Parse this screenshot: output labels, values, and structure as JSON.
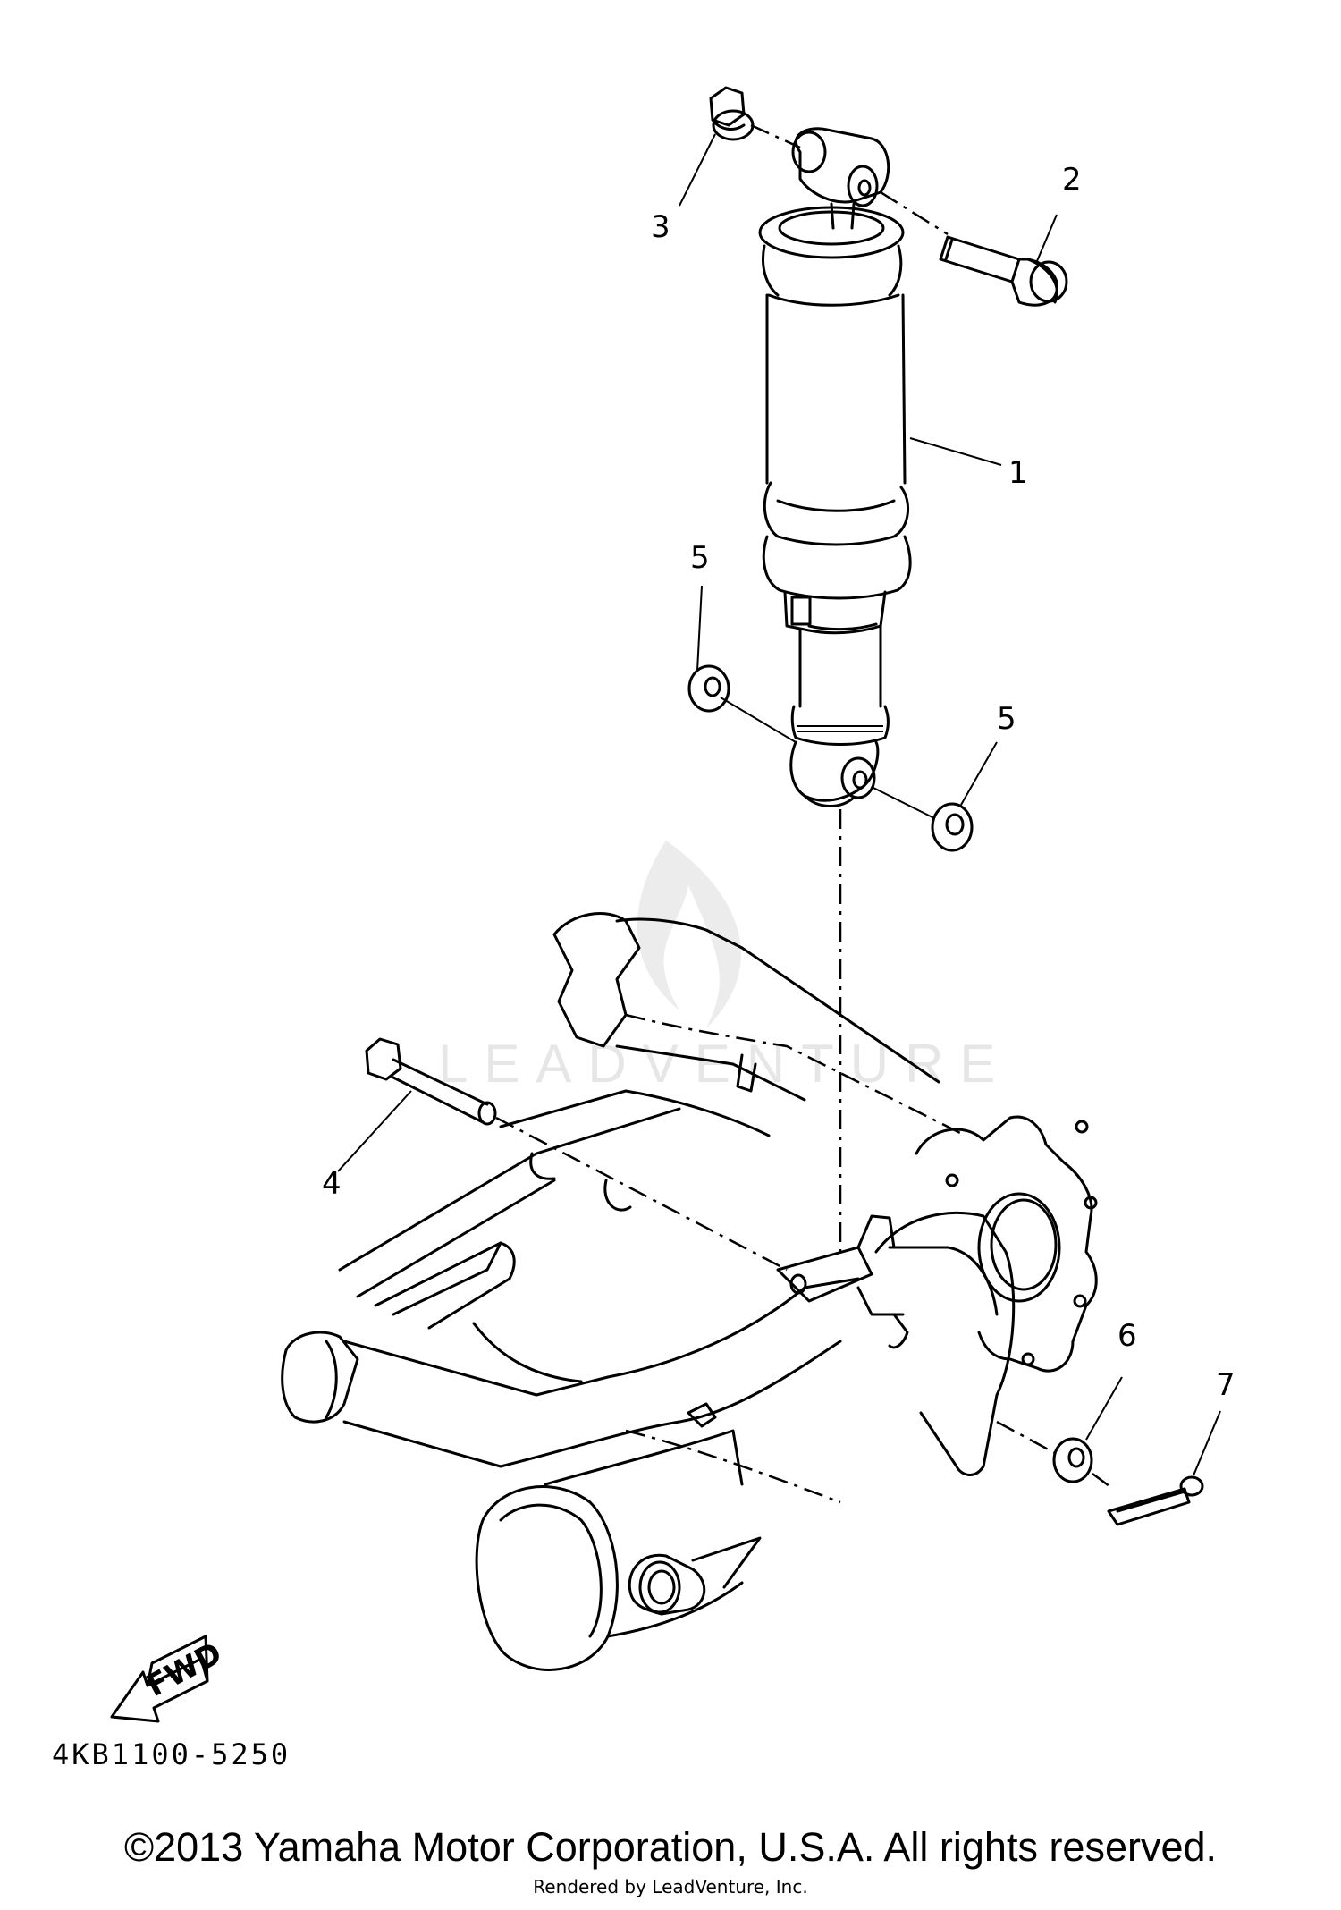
{
  "callouts": {
    "c1": "1",
    "c2": "2",
    "c3": "3",
    "c4": "4",
    "c5a": "5",
    "c5b": "5",
    "c6": "6",
    "c7": "7"
  },
  "fwd_label": "FWD",
  "watermark": "LEADVENTURE",
  "part_number": "4KB1100-5250",
  "copyright": "©2013 Yamaha Motor Corporation, U.S.A. All rights reserved.",
  "rendered_by": "Rendered by LeadVenture, Inc.",
  "colors": {
    "ink": "#000000",
    "watermark": "#e6e6e6",
    "background": "#ffffff"
  }
}
